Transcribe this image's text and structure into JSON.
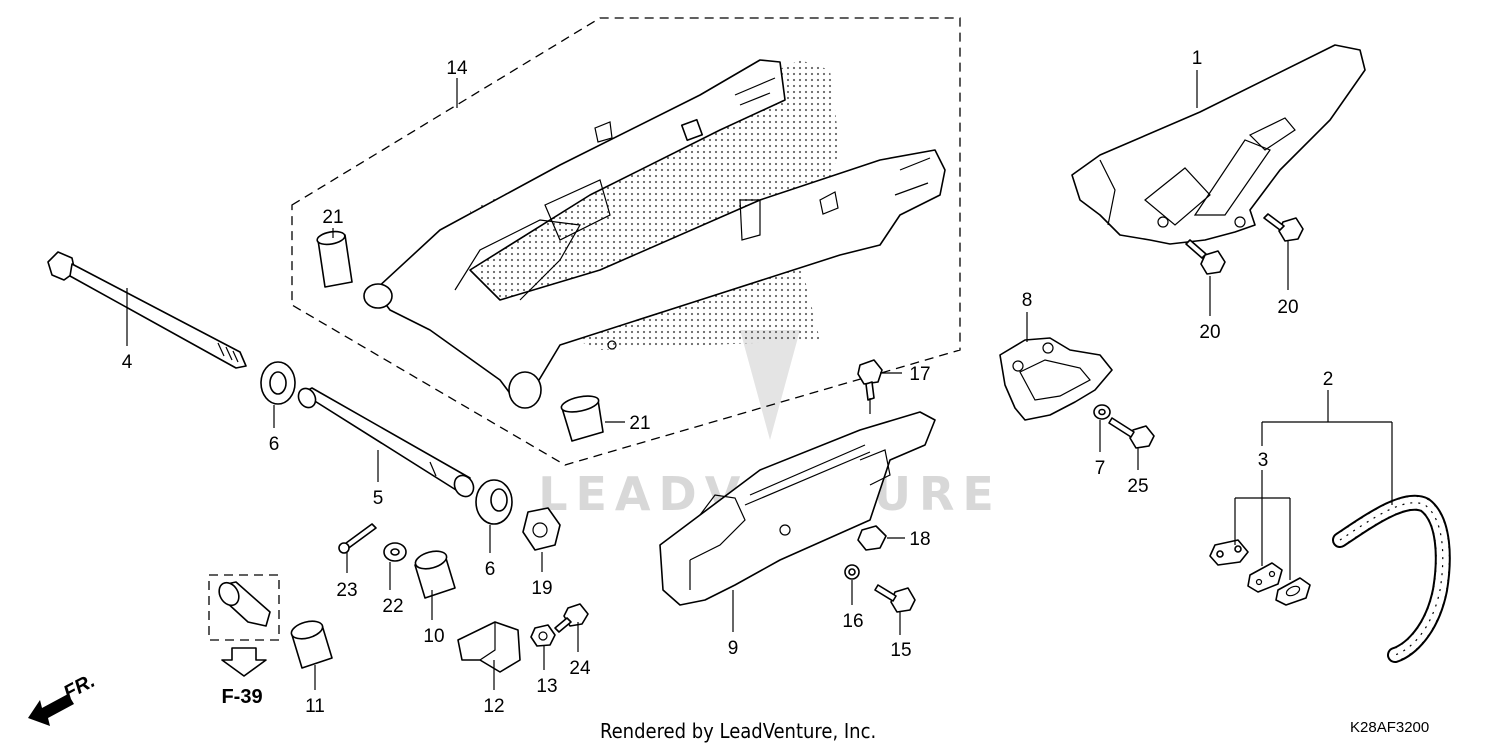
{
  "diagram": {
    "watermark": "LEADVENTURE",
    "rendered_by": "Rendered by LeadVenture, Inc.",
    "diagram_code": "K28AF3200",
    "reference": "F-39",
    "direction_label": "FR.",
    "callouts": {
      "c1": "1",
      "c2": "2",
      "c3": "3",
      "c4": "4",
      "c5": "5",
      "c6a": "6",
      "c6b": "6",
      "c7": "7",
      "c8": "8",
      "c9": "9",
      "c10": "10",
      "c11": "11",
      "c12": "12",
      "c13": "13",
      "c14": "14",
      "c15": "15",
      "c16": "16",
      "c17": "17",
      "c18": "18",
      "c19": "19",
      "c20a": "20",
      "c20b": "20",
      "c21a": "21",
      "c21b": "21",
      "c22": "22",
      "c23": "23",
      "c24": "24",
      "c25": "25"
    }
  }
}
